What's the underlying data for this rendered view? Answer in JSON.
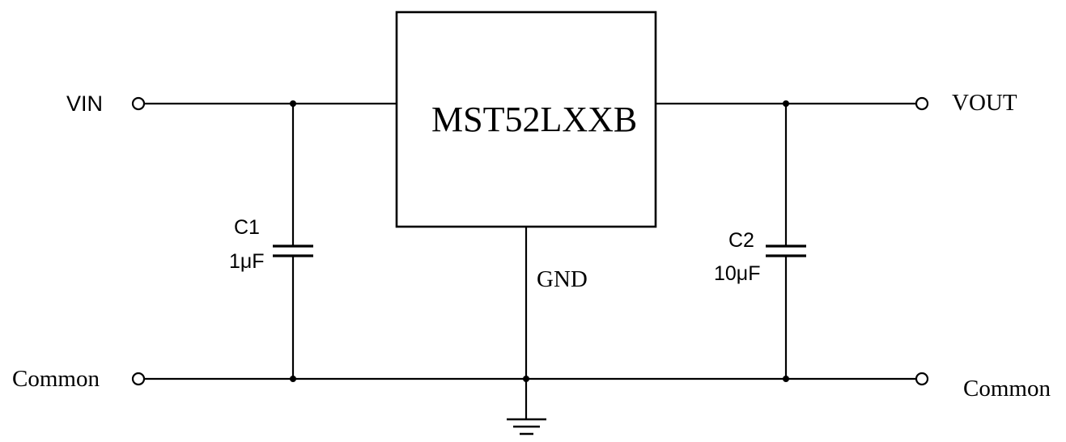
{
  "regulator": {
    "part": "MST52LXXB",
    "pin_gnd": "GND"
  },
  "terminals": {
    "vin": "VIN",
    "vout": "VOUT",
    "common_left": "Common",
    "common_right": "Common"
  },
  "capacitors": {
    "c1": {
      "ref": "C1",
      "value": "1μF"
    },
    "c2": {
      "ref": "C2",
      "value": "10μF"
    }
  },
  "colors": {
    "line": "#000000",
    "background": "#ffffff"
  }
}
